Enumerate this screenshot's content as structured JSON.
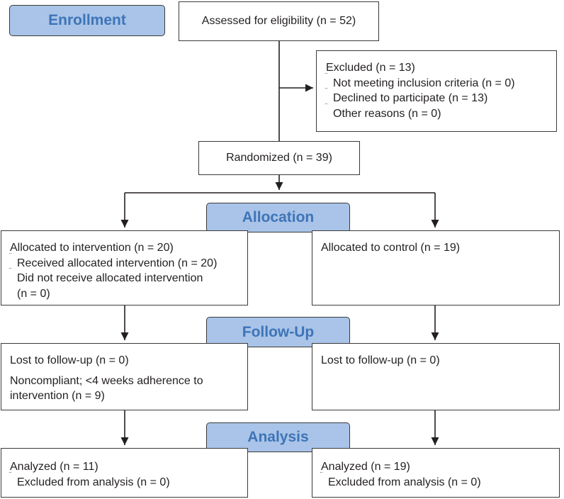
{
  "stages": {
    "enrollment": "Enrollment",
    "allocation": "Allocation",
    "follow_up": "Follow-Up",
    "analysis": "Analysis"
  },
  "assessed": "Assessed for eligibility (n = 52)",
  "excluded": {
    "title": "Excluded (n = 13)",
    "items": [
      "Not meeting inclusion criteria (n = 0)",
      "Declined to participate (n = 13)",
      "Other reasons (n = 0)"
    ]
  },
  "randomized": "Randomized (n = 39)",
  "intervention": {
    "allocation": {
      "title": "Allocated to intervention (n = 20)",
      "items": [
        "Received allocated intervention (n = 20)",
        "Did not receive allocated intervention",
        "(n = 0)"
      ]
    },
    "follow_up": {
      "lost": "Lost to follow-up (n = 0)",
      "noncompliant_1": "Noncompliant; <4 weeks adherence to",
      "noncompliant_2": "intervention (n = 9)"
    },
    "analysis": {
      "title": "Analyzed (n = 11)",
      "excluded": "Excluded from analysis (n = 0)"
    }
  },
  "control": {
    "allocation": {
      "title": "Allocated to control (n = 19)"
    },
    "follow_up": {
      "lost": "Lost to follow-up (n = 0)"
    },
    "analysis": {
      "title": "Analyzed (n = 19)",
      "excluded": "Excluded from analysis (n = 0)"
    }
  },
  "bullet_glyph": "¨",
  "colors": {
    "stage_fill": "#a9c4e8",
    "stage_text": "#3e74b8",
    "line": "#231f20"
  }
}
